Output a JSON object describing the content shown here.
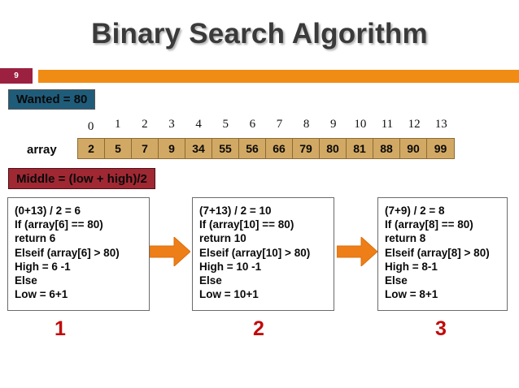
{
  "slide": {
    "title": "Binary Search Algorithm",
    "number": "9",
    "accent_orange": "#f08c14",
    "accent_crimson": "#9c2040",
    "wanted_box_color": "#1f5c7a",
    "middle_box_color": "#a02833",
    "array_cell_color": "#d2a964",
    "step_number_color": "#c20a0a"
  },
  "wanted": {
    "label": "Wanted = 80"
  },
  "array": {
    "label": "array",
    "indices": [
      "0",
      "1",
      "2",
      "3",
      "4",
      "5",
      "6",
      "7",
      "8",
      "9",
      "10",
      "11",
      "12",
      "13"
    ],
    "values": [
      "2",
      "5",
      "7",
      "9",
      "34",
      "55",
      "56",
      "66",
      "79",
      "80",
      "81",
      "88",
      "90",
      "99"
    ]
  },
  "middle": {
    "label": "Middle = (low + high)/2"
  },
  "steps": [
    {
      "number": "1",
      "lines": [
        "(0+13) / 2 = 6",
        "If (array[6] == 80)",
        "return 6",
        "Elseif (array[6] > 80)",
        "High = 6 -1",
        "Else",
        "Low = 6+1"
      ]
    },
    {
      "number": "2",
      "lines": [
        "(7+13) / 2 = 10",
        "If (array[10] == 80)",
        "return 10",
        "Elseif (array[10] > 80)",
        "High = 10 -1",
        "Else",
        "Low = 10+1"
      ]
    },
    {
      "number": "3",
      "lines": [
        "(7+9) / 2 = 8",
        "If (array[8] == 80)",
        "return 8",
        "Elseif (array[8] > 80)",
        "High = 8-1",
        "Else",
        "Low = 8+1"
      ]
    }
  ],
  "arrows": {
    "icon": "right-block-arrow-icon",
    "color": "#ee7e17"
  }
}
